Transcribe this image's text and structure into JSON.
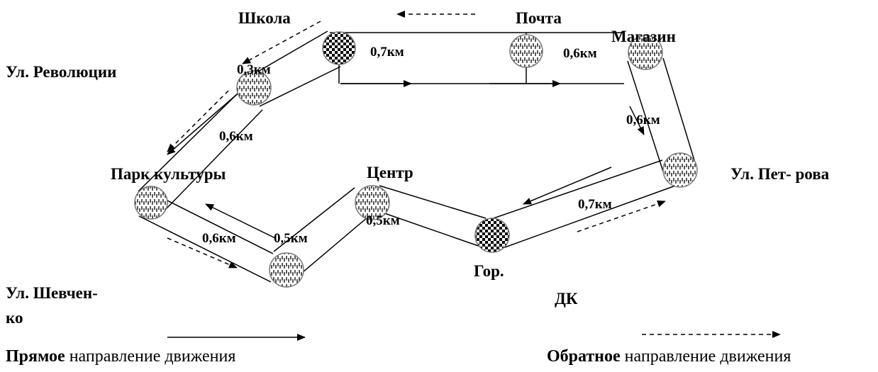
{
  "stops": {
    "shkola": "Школа",
    "pochta": "Почта",
    "magazin": "Магазин",
    "ul_revolyutsii": "Ул. Революции",
    "park": "Парк культуры",
    "tsentr": "Центр",
    "ul_petrova": "Ул. Пет- рова",
    "gor": "Гор.",
    "dk": "ДК",
    "ul_shevchenko_1": "Ул. Шевчен-",
    "ul_shevchenko_2": "ко"
  },
  "distances": {
    "shkola_pochta": "0,7км",
    "pochta_magazin": "0,6км",
    "revolyutsii_shkola": "0,3км",
    "park_revolyutsii": "0,6км",
    "magazin_petrova": "0,6км",
    "gor_petrova": "0,7км",
    "shevchenko_park": "0,6км",
    "tsentr_shevchenko": "0,5км",
    "tsentr_gor": "0,5км"
  },
  "legend": {
    "forward_bold": "Прямое",
    "forward_rest": " направление движения",
    "reverse_bold": "Обратное",
    "reverse_rest": " направление движения"
  },
  "colors": {
    "line": "#000000",
    "background": "#ffffff"
  },
  "icons": {
    "major_stop": "checkered-circle",
    "minor_stop": "vertical-hatched-circle"
  }
}
